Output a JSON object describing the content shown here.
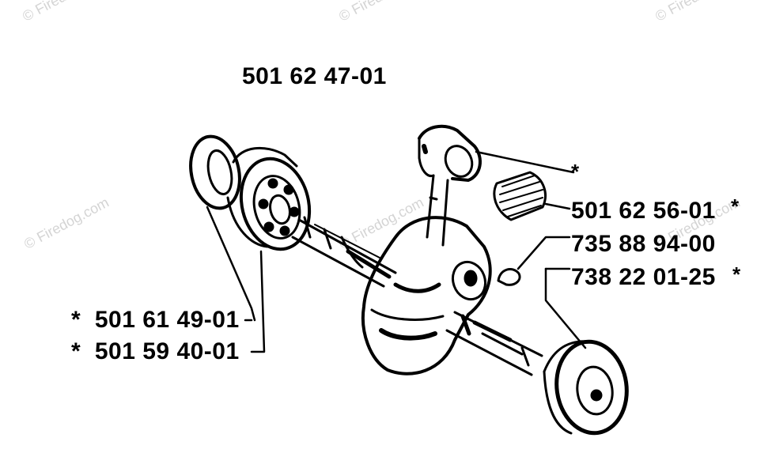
{
  "watermark": "© Firedog.com",
  "labels": {
    "assembly": "501 62 47-01",
    "bearing_star_top": "*",
    "needle_bearing": "501 62 56-01",
    "needle_bearing_star": "*",
    "key": "735 88 94-00",
    "seal_right": "738 22 01-25",
    "seal_right_star": "*",
    "seal_left": "*  501 61 49-01",
    "bearing_left": "*  501 59 40-01"
  }
}
